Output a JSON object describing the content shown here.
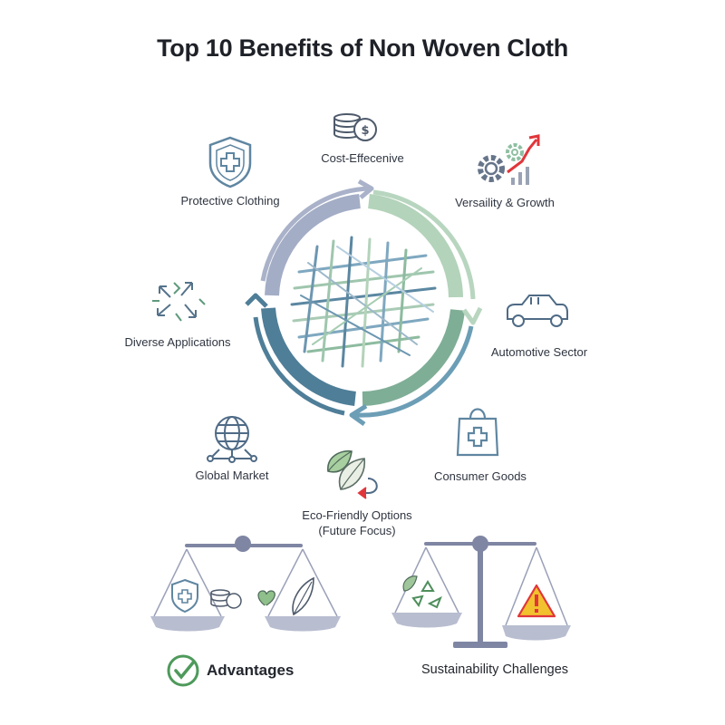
{
  "title": "Top 10 Benefits of Non Woven Cloth",
  "benefits": {
    "cost_effective": "Cost-Effecenive",
    "protective_clothing": "Protective Clothing",
    "versatility_growth": "Versaility & Growth",
    "diverse_applications": "Diverse Applications",
    "automotive_sector": "Automotive Sector",
    "global_market": "Global Market",
    "consumer_goods": "Consumer Goods",
    "eco_friendly_line1": "Eco-Friendly Options",
    "eco_friendly_line2": "(Future Focus)"
  },
  "balance": {
    "advantages_label": "Advantages",
    "challenges_label": "Sustainability Challenges"
  },
  "icons": {
    "protective_clothing": "shield-cross-icon",
    "cost_effective": "coins-icon",
    "versatility_growth": "gears-growth-icon",
    "diverse_applications": "arrows-scatter-icon",
    "automotive_sector": "car-icon",
    "global_market": "globe-network-icon",
    "consumer_goods": "shopping-bag-icon",
    "eco_friendly": "leaf-arrow-icon",
    "advantages": "checkmark-icon",
    "challenges": "warning-triangle-icon"
  },
  "colors": {
    "blue_arc": "#4f7e98",
    "green_arc": "#7fae96",
    "light_green_arc": "#b3d3ba",
    "lavender_arc": "#a3adc6",
    "scale": "#7f86a3",
    "check_green": "#4e9a5b",
    "warning_yellow": "#f2c12e",
    "accent_red": "#e0363b"
  }
}
